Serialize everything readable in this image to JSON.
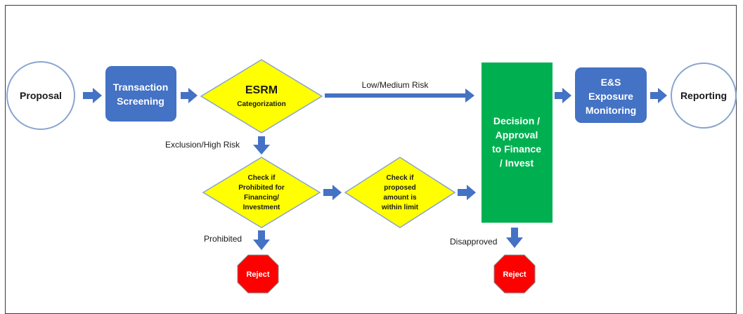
{
  "nodes": {
    "proposal": "Proposal",
    "screening": [
      "Transaction",
      "Screening"
    ],
    "esrm_title": "ESRM",
    "esrm_sub": "Categorization",
    "prohibited_check": [
      "Check if",
      "Prohibited for",
      "Financing/",
      "Investment"
    ],
    "limit_check": [
      "Check if",
      "proposed",
      "amount is",
      "within limit"
    ],
    "decision": [
      "Decision /",
      "Approval",
      "to Finance",
      "/ Invest"
    ],
    "exposure": [
      "E&S",
      "Exposure",
      "Monitoring"
    ],
    "reporting": "Reporting",
    "reject_left": "Reject",
    "reject_right": "Reject"
  },
  "labels": {
    "low_medium": "Low/Medium Risk",
    "exclusion_high": "Exclusion/High Risk",
    "prohibited": "Prohibited",
    "disapproved": "Disapproved"
  },
  "colors": {
    "blue": "#4472c4",
    "yellow": "#ffff00",
    "green": "#00b050",
    "red": "#ff0000",
    "text": "#1a1a1a"
  }
}
